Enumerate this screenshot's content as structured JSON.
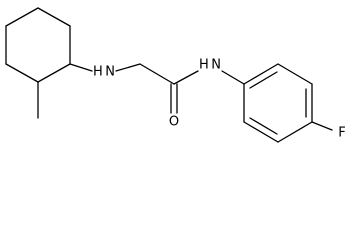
{
  "molecule": {
    "atoms": [
      {
        "id": "nh_amine",
        "label": "H N"
      },
      {
        "id": "nh_amide",
        "label": "H N"
      },
      {
        "id": "o",
        "label": "O"
      },
      {
        "id": "f",
        "label": "F"
      }
    ]
  }
}
